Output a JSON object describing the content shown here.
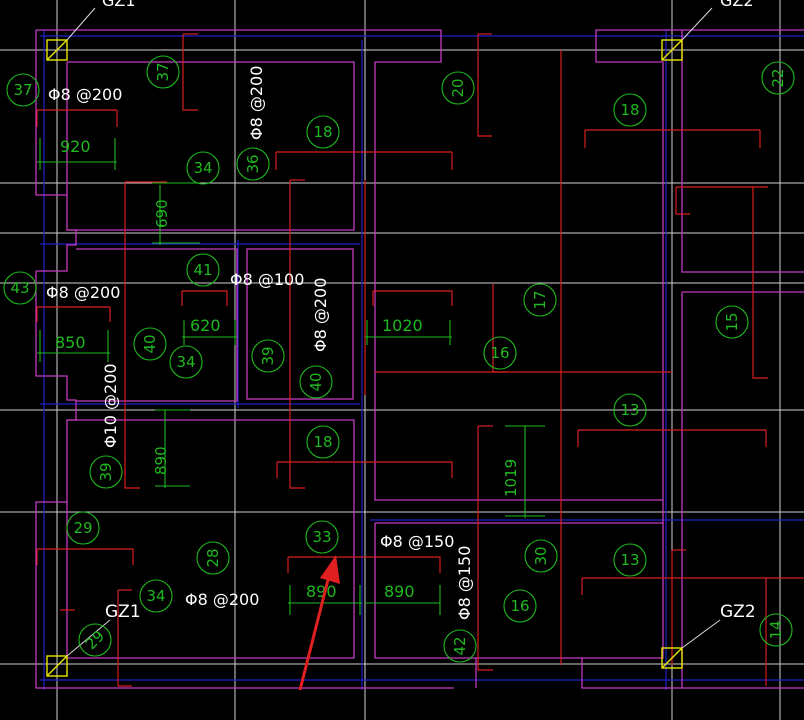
{
  "colors": {
    "background": "#000000",
    "wall": "#c23bc2",
    "rebar": "#d81f1f",
    "grid": "#d8d8d8",
    "annotation": "#1fb81f",
    "column": "#e6e600",
    "blue_line": "#2020c8",
    "text": "#ffffff",
    "arrow": "#e02020"
  },
  "labels": {
    "gz_top_left": "GZ1",
    "gz_top_right": "GZ2",
    "gz_bottom_left": "GZ1",
    "gz_bottom_right": "GZ2",
    "rebar_1": "Φ8 @200",
    "rebar_2": "Φ8 @200",
    "rebar_3": "Φ8 @200",
    "rebar_4": "Φ8 @100",
    "rebar_5": "Φ8 @200",
    "rebar_6": "Φ10 @200",
    "rebar_7": "Φ8 @150",
    "rebar_8": "Φ8 @150",
    "rebar_9": "Φ8 @200"
  },
  "dimensions": {
    "d_920": "920",
    "d_690": "690",
    "d_850": "850",
    "d_620": "620",
    "d_1020": "1020",
    "d_890_a": "890",
    "d_1019": "1019",
    "d_890_b": "890",
    "d_890_c": "890"
  },
  "circles": {
    "c37a": "37",
    "c37b": "37",
    "c36": "36",
    "c34a": "34",
    "c18a": "18",
    "c20": "20",
    "c18b": "18",
    "c22": "22",
    "c43": "43",
    "c41": "41",
    "c40a": "40",
    "c34b": "34",
    "c39a": "39",
    "c40b": "40",
    "c17": "17",
    "c16a": "16",
    "c15": "15",
    "c39b": "39",
    "c18c": "18",
    "c13a": "13",
    "c29a": "29",
    "c28": "28",
    "c33": "33",
    "c30": "30",
    "c13b": "13",
    "c34c": "34",
    "c16b": "16",
    "c29b": "29",
    "c42": "42",
    "c14": "14"
  }
}
